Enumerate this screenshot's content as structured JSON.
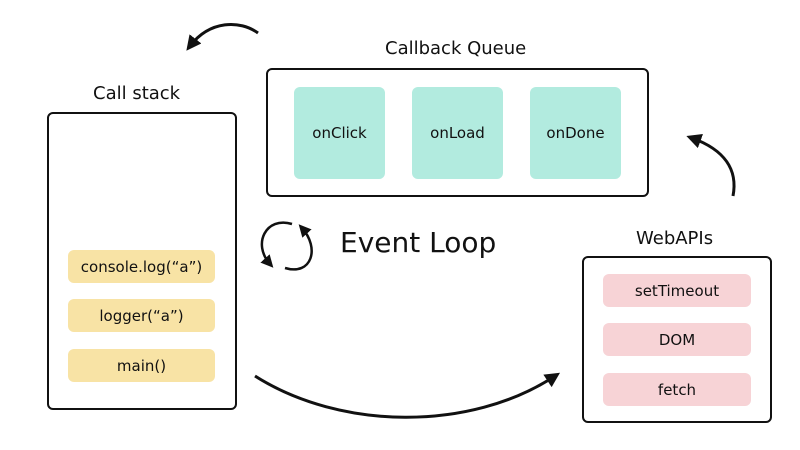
{
  "callstack": {
    "title": "Call stack",
    "items": [
      "console.log(“a”)",
      "logger(“a”)",
      "main()"
    ]
  },
  "callback_queue": {
    "title": "Callback Queue",
    "items": [
      "onClick",
      "onLoad",
      "onDone"
    ]
  },
  "webapis": {
    "title": "WebAPIs",
    "items": [
      "setTimeout",
      "DOM",
      "fetch"
    ]
  },
  "event_loop": {
    "label": "Event Loop"
  },
  "colors": {
    "stack_item": "#f8e3a5",
    "queue_item": "#b2ebdf",
    "webapi_item": "#f7d3d6",
    "outline": "#111111"
  }
}
